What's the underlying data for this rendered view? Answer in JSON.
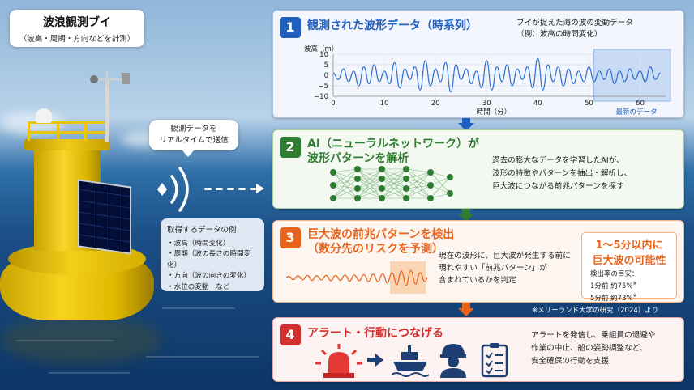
{
  "title": {
    "main": "波浪観測ブイ",
    "sub": "（波高・周期・方向などを計測）"
  },
  "bubble": {
    "line1": "観測データを",
    "line2": "リアルタイムで送信"
  },
  "data_list": {
    "heading": "取得するデータの例",
    "items": [
      "・波高（時間変化）",
      "・周期（波の長さの時間変化）",
      "・方向（波の向きの変化）",
      "・水位の変動　など"
    ]
  },
  "step1": {
    "number": "1",
    "title": "観測された波形データ（時系列）",
    "desc_line1": "ブイが捉えた海の波の変動データ",
    "desc_line2": "（例：波高の時間変化）",
    "ylabel": "波高（m）",
    "xlabel": "時間（分）",
    "latest_label": "最新のデータ",
    "color": "#1f5fbf"
  },
  "step2": {
    "number": "2",
    "title_line1": "AI（ニューラルネットワーク）が",
    "title_line2": "波形パターンを解析",
    "desc_line1": "過去の膨大なデータを学習したAIが、",
    "desc_line2": "波形の特徴やパターンを抽出・解析し、",
    "desc_line3": "巨大波につながる前兆パターンを探す",
    "color": "#2e7d32"
  },
  "step3": {
    "number": "3",
    "title_line1": "巨大波の前兆パターンを検出",
    "title_line2": "（数分先のリスクを予測）",
    "desc_line1": "現在の波形に、巨大波が発生する前に",
    "desc_line2": "現れやすい「前兆パターン」が",
    "desc_line3": "含まれているかを判定",
    "highlight_line1": "1〜5分以内に",
    "highlight_line2": "巨大波の可能性",
    "rate_heading": "検出率の目安：",
    "rate_1": "1分前 約75%",
    "rate_2": "5分前 約73%",
    "mark": "※",
    "note": "※メリーランド大学の研究（2024）より",
    "color": "#e8641b"
  },
  "step4": {
    "number": "4",
    "title": "アラート・行動につなげる",
    "desc_line1": "アラートを発信し、乗組員の退避や",
    "desc_line2": "作業の中止、船の姿勢調整など、",
    "desc_line3": "安全確保の行動を支援",
    "color": "#d32f2f"
  },
  "chart_data": {
    "type": "line",
    "title": "",
    "xlabel": "時間（分）",
    "ylabel": "波高（m）",
    "xlim": [
      0,
      65
    ],
    "ylim": [
      -10,
      10
    ],
    "x_ticks": [
      0,
      10,
      20,
      30,
      40,
      50,
      60
    ],
    "y_ticks": [
      10,
      5,
      0,
      -5,
      -10
    ],
    "highlight_range": [
      51,
      65
    ],
    "grid": true,
    "series": [
      {
        "x": [
          0,
          1,
          2,
          3,
          4,
          5,
          6,
          7,
          8,
          9,
          10,
          11,
          12,
          13,
          14,
          15,
          16,
          17,
          18,
          19,
          20,
          21,
          22,
          23,
          24,
          25,
          26,
          27,
          28,
          29,
          30,
          31,
          32,
          33,
          34,
          35,
          36,
          37,
          38,
          39,
          40,
          41,
          42,
          43,
          44,
          45,
          46,
          47,
          48,
          49,
          50,
          51,
          52,
          53,
          54,
          55,
          56,
          57,
          58,
          59,
          60,
          61,
          62,
          63,
          64
        ],
        "values": [
          1,
          -2,
          3,
          -3,
          2,
          -5,
          4,
          -4,
          5,
          -3,
          2,
          -4,
          6,
          -6,
          3,
          -2,
          4,
          -7,
          7,
          -5,
          3,
          -3,
          6,
          -8,
          5,
          -2,
          3,
          -4,
          2,
          -6,
          7,
          -7,
          4,
          -3,
          5,
          -5,
          3,
          -2,
          4,
          -6,
          8,
          -7,
          5,
          -3,
          4,
          -5,
          3,
          -4,
          2,
          -3,
          4,
          -3,
          2,
          -2,
          3,
          -4,
          2,
          -3,
          3,
          -2,
          2,
          -3,
          4,
          -2,
          1
        ]
      }
    ]
  }
}
